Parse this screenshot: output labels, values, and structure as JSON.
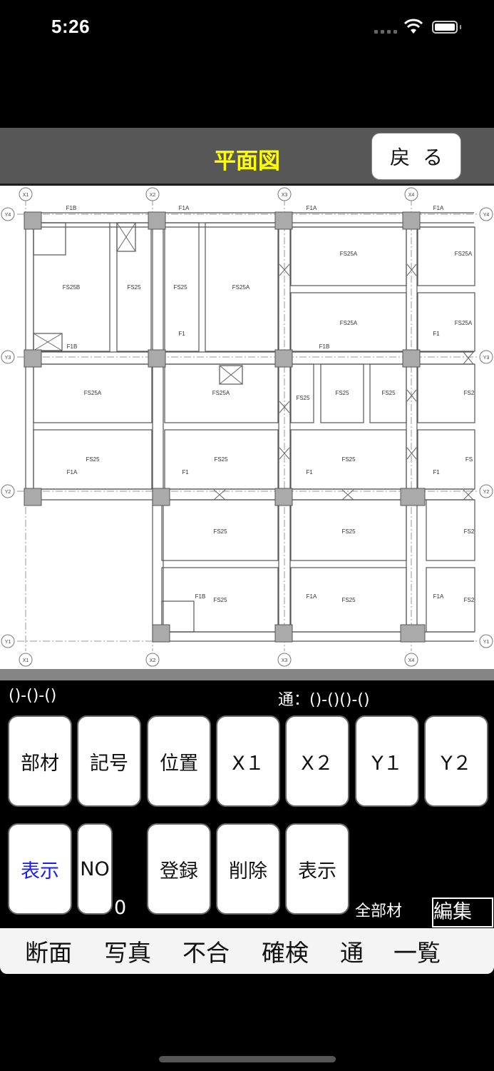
{
  "status_bar": {
    "time": "5:26"
  },
  "nav": {
    "title": "平面図",
    "back_label": "戻る"
  },
  "plan": {
    "title": "floor plan drawing",
    "grid_x": [
      "X1",
      "X2",
      "X3",
      "X4"
    ],
    "grid_y": [
      "Y4",
      "Y3",
      "Y2",
      "Y1"
    ],
    "labels": {
      "f1b_top": "F1B",
      "f1a_top1": "F1A",
      "f1a_top2": "F1A",
      "f1a_top3": "F1A",
      "fs25b": "FS25B",
      "fs25_a": "FS25",
      "fs25_b": "FS25",
      "fs25a_1": "FS25A",
      "fs25a_2": "FS25A",
      "fs25a_3": "FS25A",
      "fs25a_4": "FS25A",
      "fs25a_5": "FS25A",
      "f1_1": "F1",
      "f1_2": "F1",
      "f1b_mid": "F1B",
      "f1b_mid2": "F1B",
      "fs25a_6": "FS25A",
      "fs25a_7": "FS25A",
      "fs25_c": "FS25",
      "fs25_d": "FS25",
      "fs25_e": "FS25",
      "fs2_f": "FS2",
      "fs25_g": "FS25",
      "fs25_h": "FS25",
      "fs25_i": "FS25",
      "fs_j": "FS",
      "f1a_mid": "F1A",
      "f1_3": "F1",
      "f1_4": "F1",
      "f1_5": "F1",
      "fs25_k": "FS25",
      "fs25_l": "FS25",
      "fs2_m": "FS2",
      "f1b_low": "F1B",
      "fs25_n": "FS25",
      "f1a_low1": "F1A",
      "fs25_o": "FS25",
      "f1a_low2": "F1A",
      "fs2_p": "FS2"
    }
  },
  "info": {
    "left": "()-()-()",
    "right": "通：()-()()-()"
  },
  "row1": [
    "部材",
    "記号",
    "位置",
    "X１",
    "X２",
    "Y１",
    "Y２"
  ],
  "row2": {
    "show_left": "表示",
    "no": "NO",
    "count": "0",
    "register": "登録",
    "delete": "削除",
    "show": "表示",
    "all_members": "全部材",
    "edit": "編集"
  },
  "tabs": [
    "断面",
    "写真",
    "不合",
    "確検",
    "通",
    "一覧"
  ],
  "colors": {
    "title": "#ffff00",
    "navbar": "#575757",
    "blue_text": "#1a1aff",
    "tabbar": "#f4f4f4"
  }
}
